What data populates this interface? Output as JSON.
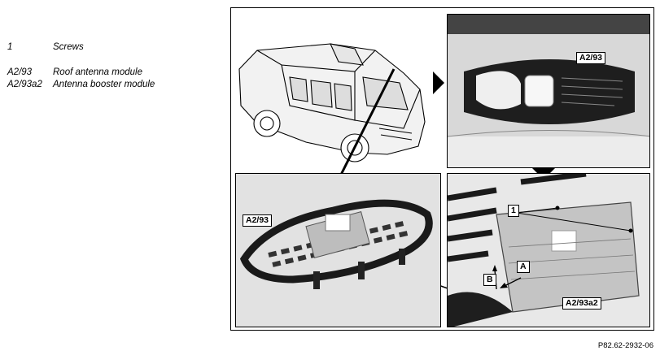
{
  "legend": [
    {
      "key": "1",
      "desc": "Screws"
    },
    {
      "key": "A2/93",
      "desc": "Roof antenna module"
    },
    {
      "key": "A2/93a2",
      "desc": "Antenna booster module"
    }
  ],
  "callouts": {
    "top_right": "A2/93",
    "bottom_left": "A2/93",
    "screws": "1",
    "arrow_a": "A",
    "arrow_b": "B",
    "bottom_right": "A2/93a2"
  },
  "figure_ref": "P82.62-2932-06"
}
